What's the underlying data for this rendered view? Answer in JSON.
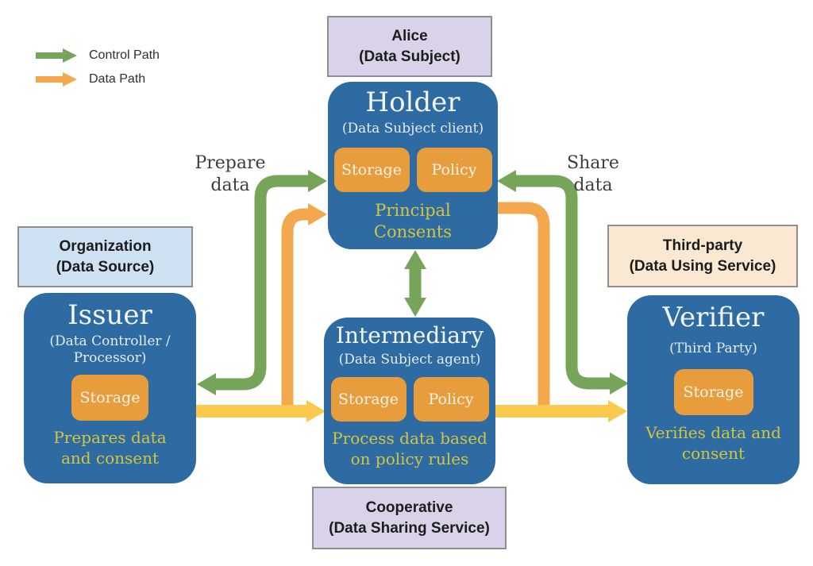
{
  "colors": {
    "node_blue": "#2e6ba3",
    "comp_orange": "#e79d3c",
    "caption_yellow": "#d3c53e",
    "node_text": "#eef3f8",
    "control_green": "#76a55a",
    "data_orange": "#f3a84e",
    "data_yellow": "#f9ca4b",
    "tag_lavender": "#d9d2e9",
    "tag_lightblue": "#cfe2f3",
    "tag_cream": "#fbe8d3",
    "tag_border": "#8f8f8f",
    "label_text": "#3e3e3e",
    "legend_text": "#2f2f2f"
  },
  "legend": {
    "items": [
      {
        "id": "control",
        "label": "Control Path"
      },
      {
        "id": "data",
        "label": "Data Path"
      }
    ]
  },
  "flow_labels": {
    "prepare": "Prepare data",
    "share": "Share data"
  },
  "nodes": {
    "holder": {
      "tag": {
        "name": "Alice",
        "role": "(Data Subject)"
      },
      "title": "Holder",
      "subtitle": "(Data Subject client)",
      "components": [
        "Storage",
        "Policy"
      ],
      "caption": "Principal Consents"
    },
    "issuer": {
      "tag": {
        "name": "Organization",
        "role": "(Data Source)"
      },
      "title": "Issuer",
      "subtitle": "(Data Controller / Processor)",
      "components": [
        "Storage"
      ],
      "caption": "Prepares data and consent"
    },
    "intermediary": {
      "tag": {
        "name": "Cooperative",
        "role": "(Data Sharing Service)"
      },
      "title": "Intermediary",
      "subtitle": "(Data Subject agent)",
      "components": [
        "Storage",
        "Policy"
      ],
      "caption": "Process data based on policy rules"
    },
    "verifier": {
      "tag": {
        "name": "Third-party",
        "role": "(Data Using Service)"
      },
      "title": "Verifier",
      "subtitle": "(Third Party)",
      "components": [
        "Storage"
      ],
      "caption": "Verifies data and consent"
    }
  },
  "edges": [
    {
      "type": "control",
      "from": "issuer",
      "to": "holder",
      "label": "Prepare data",
      "bidirectional": true
    },
    {
      "type": "control",
      "from": "holder",
      "to": "intermediary",
      "bidirectional": true
    },
    {
      "type": "control",
      "from": "holder",
      "to": "verifier",
      "label": "Share data",
      "bidirectional": true
    },
    {
      "type": "data",
      "from": "issuer",
      "to": "holder"
    },
    {
      "type": "data",
      "from": "issuer",
      "to": "intermediary"
    },
    {
      "type": "data",
      "from": "holder",
      "to": "verifier"
    },
    {
      "type": "data",
      "from": "intermediary",
      "to": "verifier"
    }
  ]
}
